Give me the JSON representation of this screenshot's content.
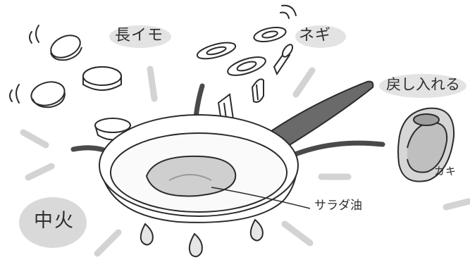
{
  "labels": {
    "nagaimo": "長イモ",
    "negi": "ネギ",
    "modoshi_ireru": "戻し入れる",
    "kaki": "カキ",
    "salad_oil": "サラダ油",
    "heat": "中火"
  },
  "colors": {
    "line": "#2b2b2b",
    "shade": "#c9c9c9",
    "shade_light": "#dedede",
    "arrow": "#4a4a4a"
  }
}
